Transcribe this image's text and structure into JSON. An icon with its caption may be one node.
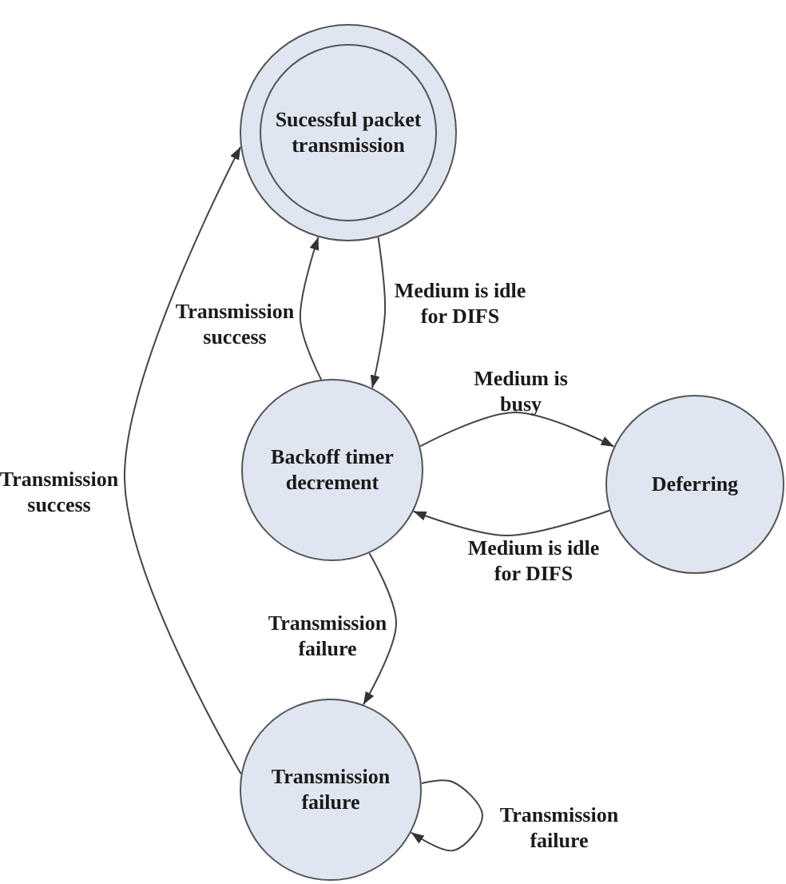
{
  "diagram": {
    "nodes": [
      {
        "text": [
          "Sucessful packet transmission"
        ]
      },
      {
        "text": [
          "Backoff timer decrement"
        ]
      },
      {
        "text": [
          "Deferring"
        ]
      },
      {
        "text": [
          "Transmission failure"
        ]
      }
    ],
    "edges": [
      {
        "from": 0,
        "to": 1,
        "arrow": "to",
        "label": "Medium is idle for DIFS"
      },
      {
        "from": 1,
        "to": 0,
        "arrow": "to",
        "label": "Transmission success"
      },
      {
        "from": 1,
        "to": 2,
        "arrow": "to",
        "label": "Medium is busy"
      },
      {
        "from": 2,
        "to": 1,
        "arrow": "to",
        "label": "Medium is idle for DIFS"
      },
      {
        "from": 1,
        "to": 3,
        "arrow": "to",
        "label": "Transmission failure"
      },
      {
        "from": 3,
        "to": 3,
        "arrow": "to",
        "label": "Transmission failure"
      },
      {
        "from": 3,
        "to": 0,
        "arrow": "to",
        "label": "Transmission success"
      }
    ]
  }
}
